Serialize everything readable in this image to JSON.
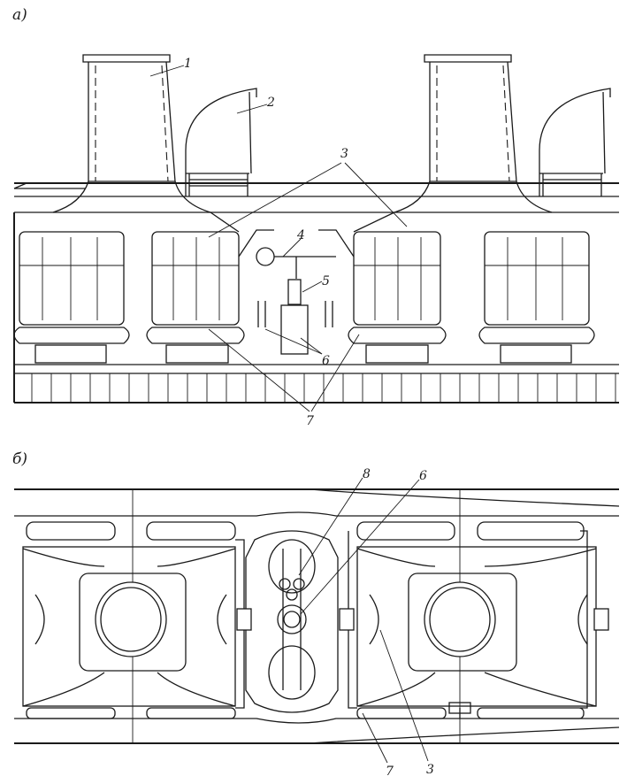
{
  "views": {
    "a": {
      "caption": "а)"
    },
    "b": {
      "caption": "б)"
    }
  },
  "callouts": {
    "n1": "1",
    "n2": "2",
    "n3a": "3",
    "n4": "4",
    "n5": "5",
    "n6a": "6",
    "n7a": "7",
    "n8": "8",
    "n6b": "6",
    "n7b": "7",
    "n3b": "3"
  }
}
